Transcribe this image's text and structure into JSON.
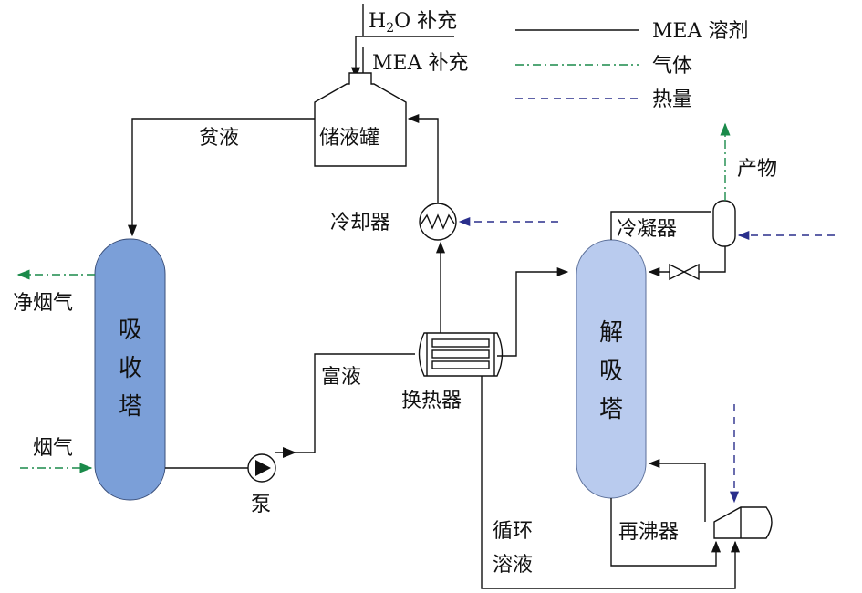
{
  "legend": {
    "solvent": "MEA 溶剂",
    "gas": "气体",
    "heat": "热量"
  },
  "makeup": {
    "h2o_main": "H",
    "h2o_sub": "2",
    "h2o_rest": "O 补充",
    "mea": "MEA 补充"
  },
  "equipment": {
    "storage_tank": "储液罐",
    "cooler": "冷却器",
    "condenser": "冷凝器",
    "absorber": [
      "吸",
      "收",
      "塔"
    ],
    "stripper": [
      "解",
      "吸",
      "塔"
    ],
    "heat_exchanger": "换热器",
    "pump": "泵",
    "reboiler": "再沸器"
  },
  "streams": {
    "lean": "贫液",
    "rich": "富液",
    "clean_gas": "净烟气",
    "flue_gas": "烟气",
    "product": "产物",
    "recycle_1": "循环",
    "recycle_2": "溶液"
  },
  "colors": {
    "absorber_fill": "#7b9fd8",
    "stripper_fill": "#b9cbee",
    "gas_line": "#1a8a4a",
    "heat_line": "#2a2f8c"
  }
}
